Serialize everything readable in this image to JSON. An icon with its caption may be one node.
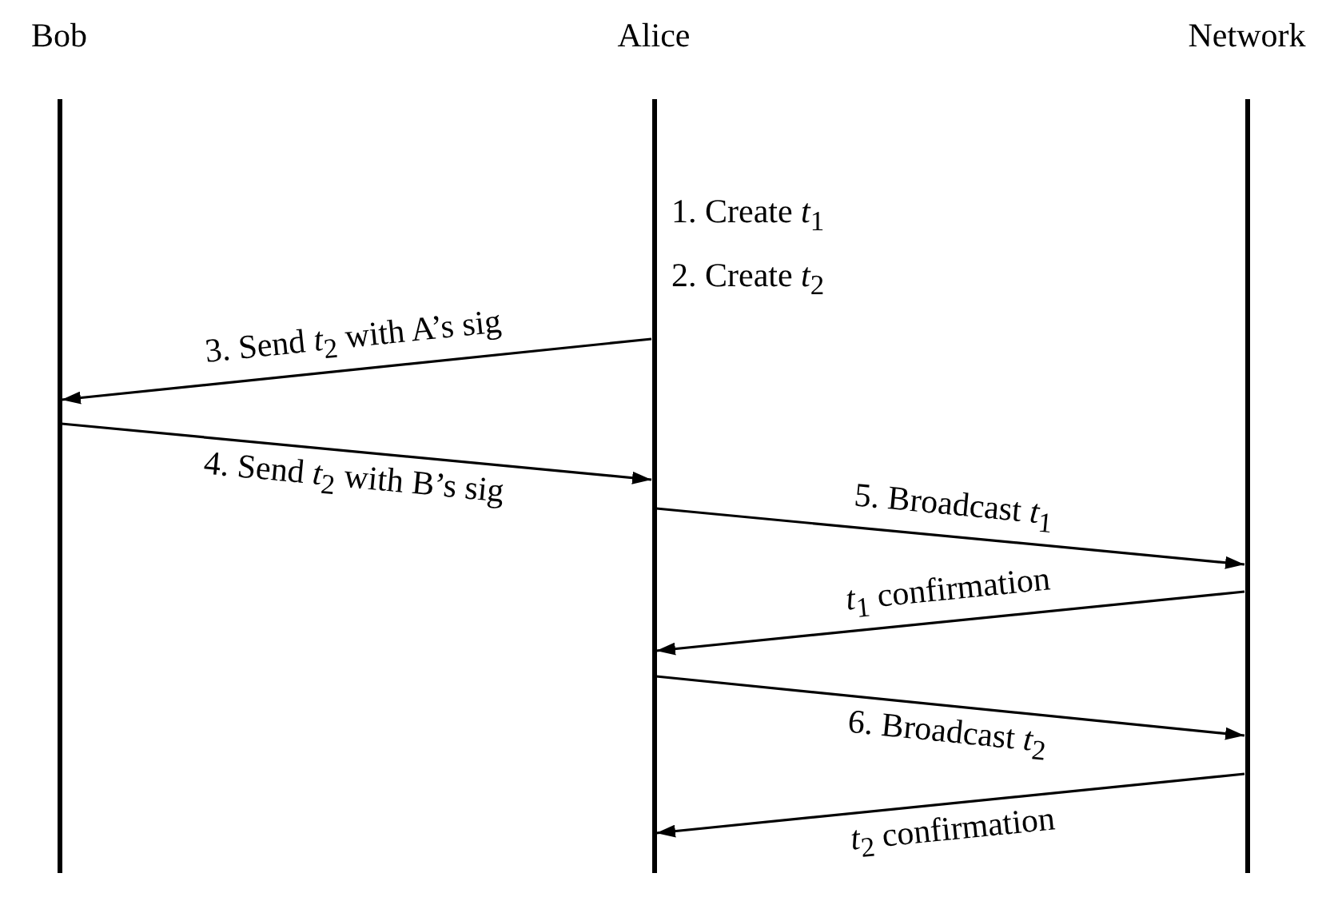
{
  "diagram": {
    "nodes": [
      {
        "text": [
          "Bob"
        ]
      },
      {
        "text": [
          "Alice"
        ]
      },
      {
        "text": [
          "Network"
        ]
      }
    ],
    "edges": [
      {
        "from": 1,
        "to": 0,
        "arrow": "to",
        "label": "3. Send *t*$_{2}$ with A’s sig"
      },
      {
        "from": 0,
        "to": 1,
        "arrow": "to",
        "label": "4. Send *t*$_{2}$ with B’s sig"
      },
      {
        "from": 1,
        "to": 2,
        "arrow": "to",
        "label": "5. Broadcast *t*$_{1}$"
      },
      {
        "from": 2,
        "to": 1,
        "arrow": "to",
        "label": "*t*$_{1}$ confirmation"
      },
      {
        "from": 1,
        "to": 2,
        "arrow": "to",
        "label": "6. Broadcast *t*$_{2}$"
      },
      {
        "from": 2,
        "to": 1,
        "arrow": "to",
        "label": "*t*$_{2}$ confirmation"
      }
    ],
    "labels": [
      "1. Create *t*$_{1}$",
      "2. Create *t*$_{2}$"
    ]
  }
}
